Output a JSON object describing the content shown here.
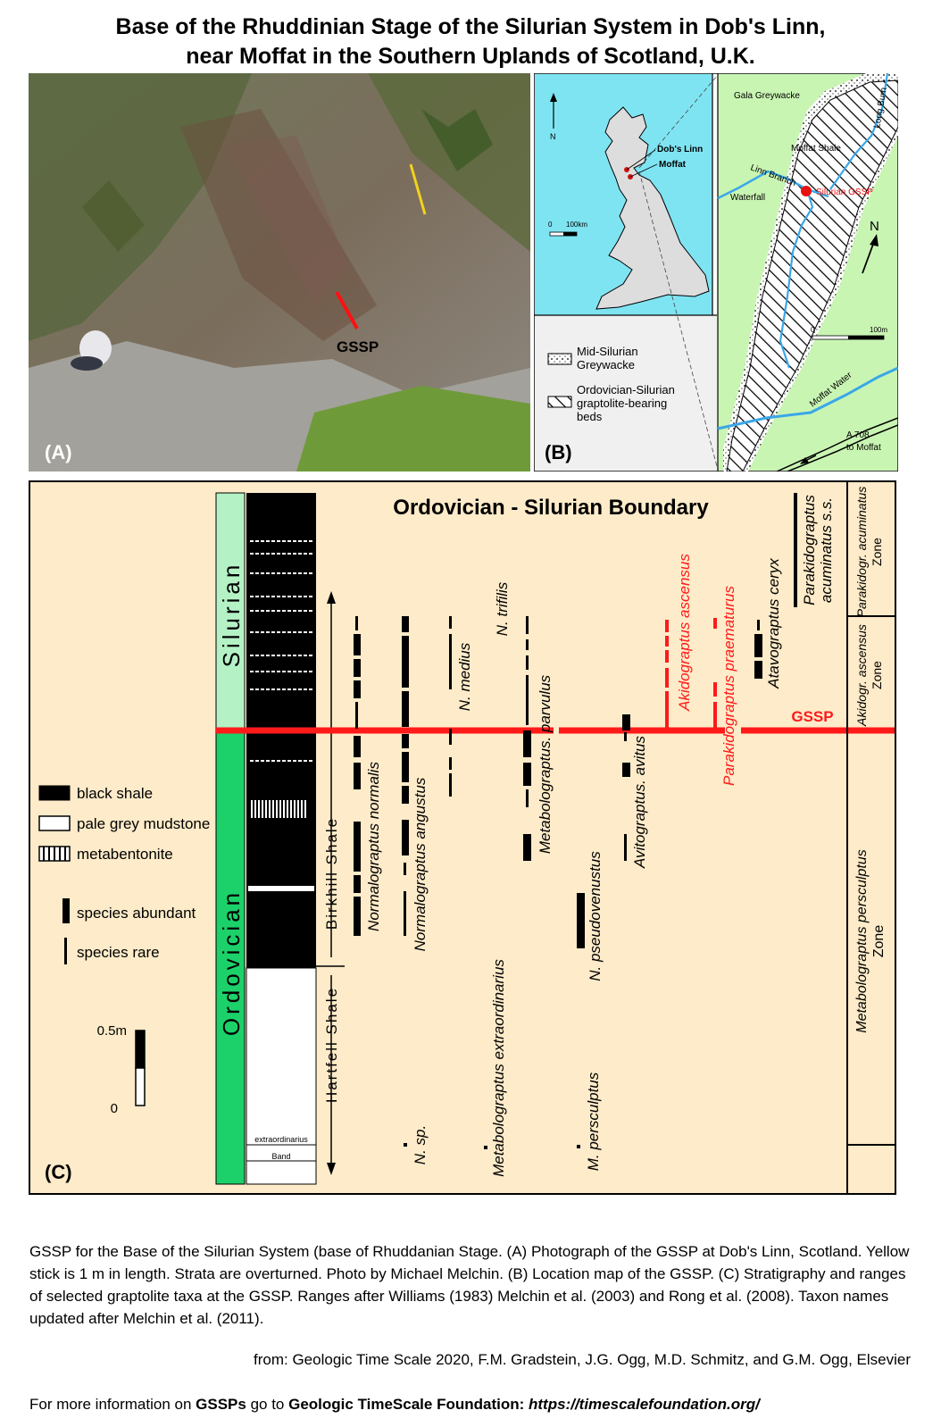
{
  "title": {
    "line1": "Base of the Rhuddinian Stage of the Silurian System in Dob's Linn,",
    "line2": "near Moffat in the Southern Uplands of Scotland, U.K."
  },
  "panelA": {
    "label": "(A)",
    "gssp_label": "GSSP"
  },
  "panelB": {
    "label": "(B)",
    "inset": {
      "north": "N",
      "dobs_linn": "Dob's Linn",
      "moffat": "Moffat",
      "scale_zero": "0",
      "scale_km": "100km"
    },
    "legend": {
      "greywacke_l1": "Mid-Silurian",
      "greywacke_l2": "Greywacke",
      "beds_l1": "Ordovician-Silurian",
      "beds_l2": "graptolite-bearing",
      "beds_l3": "beds"
    },
    "detail": {
      "gala": "Gala Greywacke",
      "moffat_shale": "Moffat Shale",
      "long_burn": "Long Burn",
      "linn_branch": "Linn Branch",
      "waterfall": "Waterfall",
      "silurian_gssp": "Silurian GSSP",
      "north": "N",
      "scale_zero": "0",
      "scale_m": "100m",
      "moffat_water": "Moffat Water",
      "road_l1": "A 708",
      "road_l2": "to Moffat"
    }
  },
  "panelC": {
    "label": "(C)",
    "heading": "Ordovician - Silurian Boundary",
    "systems": {
      "silurian": "Silurian",
      "ordovician": "Ordovician"
    },
    "band_l1": "extraordinarius",
    "band_l2": "Band",
    "formations": {
      "birkhill": "Birkhill Shale",
      "hartfell": "Hartfell Shale"
    },
    "gssp": "GSSP",
    "zones": {
      "z1_l1": "Parakidogr. acuminatus",
      "z1_l2": "Zone",
      "z2_l1": "Akidogr. ascensus",
      "z2_l2": "Zone",
      "z3_l1": "Metabolograptus persculptus",
      "z3_l2": "Zone"
    },
    "taxa": {
      "normalis": "Normalograptus normalis",
      "angustus": "Normalograptus angustus",
      "nsp": "N. sp.",
      "medius": "N. medius",
      "trifilis": "N. trifilis",
      "extraordinarius": "Metabolograptus extraordinarius",
      "parvulus": "Metabolograptus. parvulus",
      "pseudovenustus": "N. pseudovenustus",
      "persculptus": "M. persculptus",
      "avitus": "Avitograptus. avitus",
      "ascensus": "Akidograptus ascensus",
      "praematurus": "Parakidograptus praematurus",
      "ceryx": "Atavograptus ceryx",
      "acuminatus_l1": "Parakidograptus",
      "acuminatus_l2": "acuminatus s.s."
    },
    "legend": {
      "black_shale": "black shale",
      "pale_grey": "pale grey mudstone",
      "metabentonite": "metabentonite",
      "abundant": "species abundant",
      "rare": "species rare"
    },
    "scale": {
      "top": "0.5m",
      "bottom": "0"
    }
  },
  "caption": "GSSP for the Base of the Silurian System (base of Rhuddanian Stage. (A) Photograph of the GSSP at Dob's Linn, Scotland. Yellow stick is 1 m in length. Strata are overturned. Photo by Michael Melchin.  (B) Location map of the GSSP.  (C) Stratigraphy and ranges of selected graptolite taxa at the GSSP.  Ranges after Williams (1983) Melchin et al. (2003) and Rong et al. (2008). Taxon names updated after Melchin et al. (2011).",
  "credit": "from: Geologic Time Scale 2020, F.M. Gradstein, J.G. Ogg, M.D. Schmitz, and G.M. Ogg, Elsevier",
  "more": {
    "prefix": "For more information on ",
    "gssps": "GSSPs",
    "middle": " go to ",
    "foundation": "Geologic TimeScale Foundation:",
    "url": "https://timescalefoundation.org/"
  },
  "colors": {
    "panel_bg": "#fdebc9",
    "silurian_green": "#b4f2c6",
    "ordovician_green": "#1cd16a",
    "gssp_red": "#ff1a1a",
    "map_sea": "#7fe4f2",
    "map_land": "#dddddd",
    "detail_bg": "#c9f5b3"
  }
}
